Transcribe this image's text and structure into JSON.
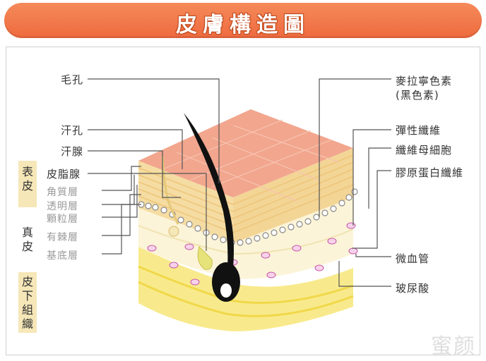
{
  "title": "皮膚構造圖",
  "labels_left": {
    "pore": "毛孔",
    "sweat_pore": "汗孔",
    "sweat_gland": "汗腺",
    "sebaceous_gland": "皮脂腺",
    "stratum_corneum": "角質層",
    "stratum_lucidum": "透明層",
    "stratum_granulosum": "顆粒層",
    "stratum_spinosum": "有棘層",
    "stratum_basale": "基底層"
  },
  "labels_right": {
    "melanin": "麥拉寧色素",
    "melanin_sub": "(黑色素)",
    "elastic_fiber": "彈性纖維",
    "fibroblast": "纖維母細胞",
    "collagen_fiber": "膠原蛋白纖維",
    "capillary": "微血管",
    "hyaluronic_acid": "玻尿酸"
  },
  "side_labels": {
    "epidermis": "表皮",
    "dermis": "真皮",
    "subcutaneous": "皮下組織"
  },
  "watermark": "蜜颜",
  "colors": {
    "title_bar": "#ef6f42",
    "skin_top": "#f2a68e",
    "epidermis_layers": "#f3dba0",
    "dermis": "#fbf3d6",
    "subcutaneous": "#f7e46a",
    "hair": "#111111",
    "side_label_bg": "#f6e7b8"
  }
}
